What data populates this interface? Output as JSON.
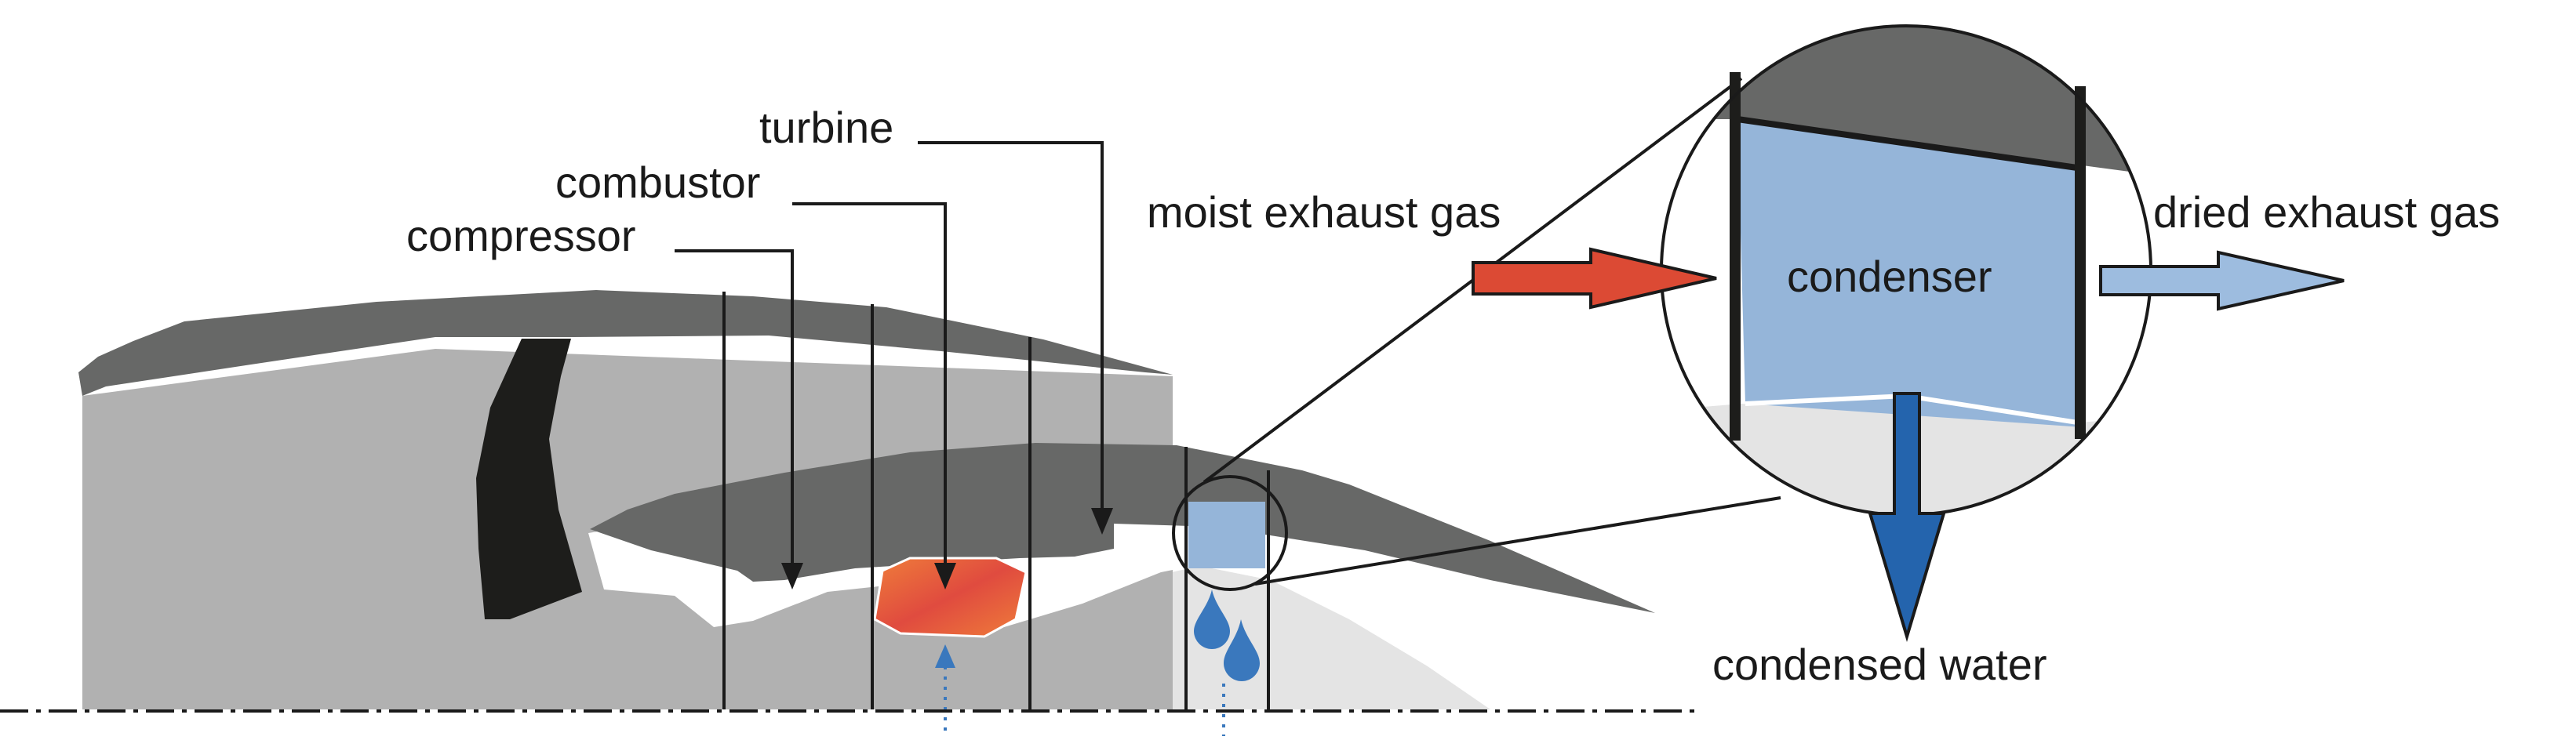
{
  "labels": {
    "turbine": "turbine",
    "combustor": "combustor",
    "compressor": "compressor",
    "moist_exhaust_gas": "moist exhaust gas",
    "dried_exhaust_gas": "dried exhaust gas",
    "condenser": "condenser",
    "condensed_water": "condensed water"
  },
  "colors": {
    "shell_dark": "#676867",
    "shell_light": "#b1b1b1",
    "core_black": "#1d1d1b",
    "ground": "#e4e4e4",
    "condenser_blue": "#95b5d9",
    "moist_arrow": "#dc4a34",
    "dried_arrow": "#9dbcdf",
    "water_arrow": "#2464ad",
    "droplet": "#3a78bd",
    "flame_red": "#e04b3f",
    "flame_orange": "#ef7d3a"
  }
}
